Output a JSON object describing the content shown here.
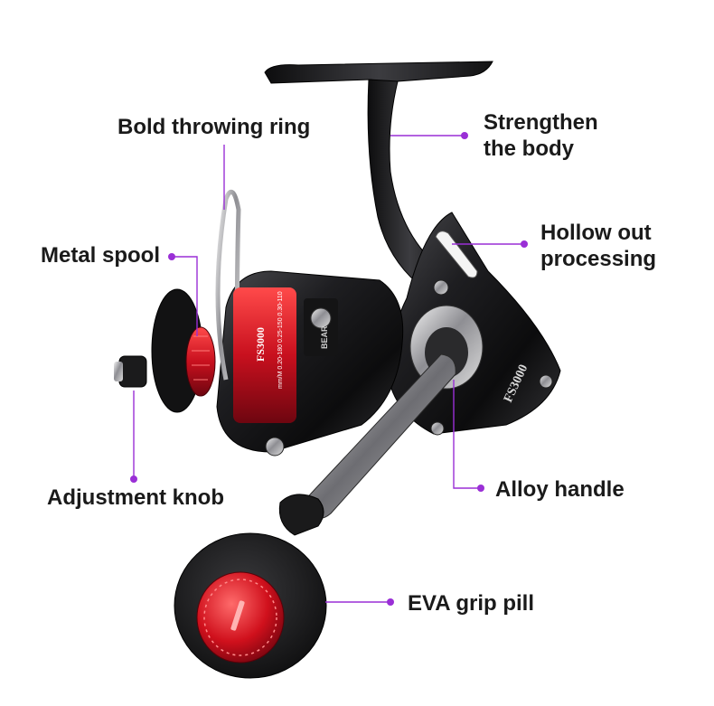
{
  "colors": {
    "background": "#ffffff",
    "callout": "#9a2fd6",
    "label_text": "#1a1a1a",
    "reel_body": "#1c1c1e",
    "accent_red": "#d9142a",
    "knob_foam": "#232325"
  },
  "product": {
    "model_marking": "FS3000",
    "spool_marking": "FS3000",
    "spool_spec": "mm/M 0.20-180 0.25-150 0.30-110",
    "brand_badge": "BEAR"
  },
  "callouts": {
    "throwing_ring": "Bold throwing ring",
    "strengthen_line1": "Strengthen",
    "strengthen_line2": "the body",
    "metal_spool": "Metal spool",
    "hollow_line1": "Hollow out",
    "hollow_line2": "processing",
    "adjustment_knob": "Adjustment knob",
    "alloy_handle": "Alloy handle",
    "eva_grip": "EVA grip pill"
  }
}
